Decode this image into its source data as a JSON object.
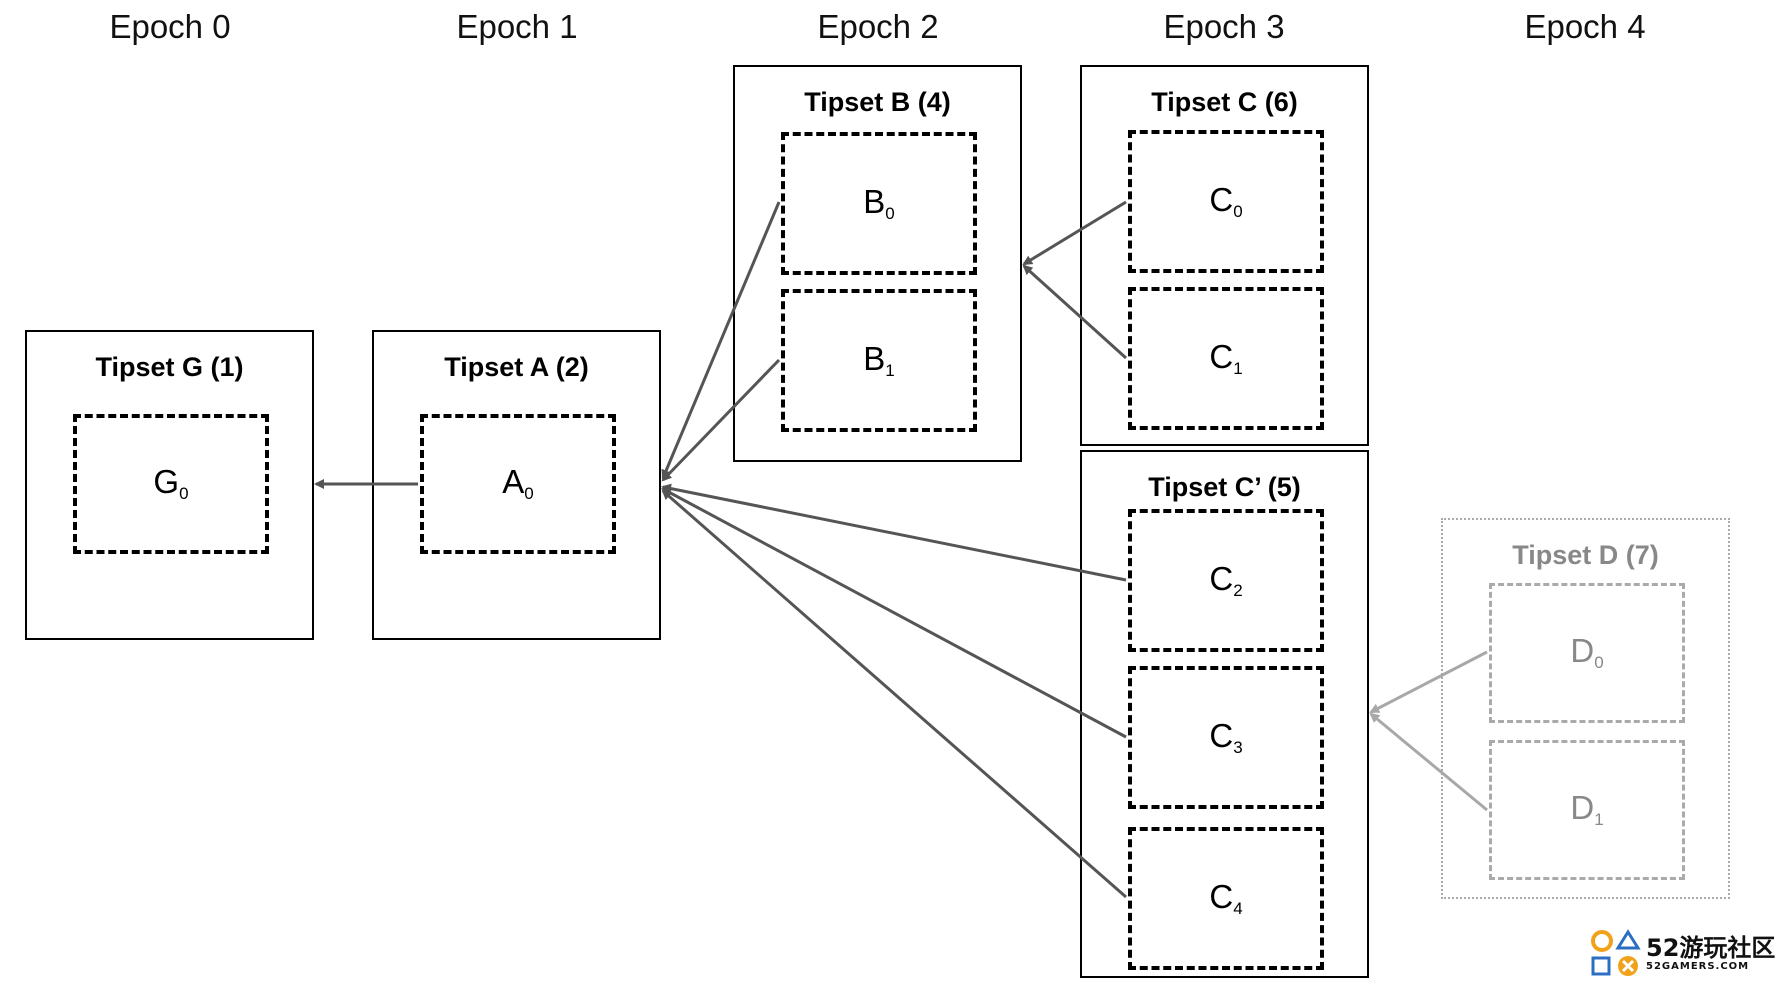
{
  "epochs": [
    "Epoch 0",
    "Epoch 1",
    "Epoch 2",
    "Epoch 3",
    "Epoch 4"
  ],
  "tipsets": {
    "g": {
      "title": "Tipset G (1)",
      "blocks": [
        {
          "letter": "G",
          "sub": "0"
        }
      ]
    },
    "a": {
      "title": "Tipset A (2)",
      "blocks": [
        {
          "letter": "A",
          "sub": "0"
        }
      ]
    },
    "b": {
      "title": "Tipset B (4)",
      "blocks": [
        {
          "letter": "B",
          "sub": "0"
        },
        {
          "letter": "B",
          "sub": "1"
        }
      ]
    },
    "c": {
      "title": "Tipset C (6)",
      "blocks": [
        {
          "letter": "C",
          "sub": "0"
        },
        {
          "letter": "C",
          "sub": "1"
        }
      ]
    },
    "cprime": {
      "title": "Tipset C’ (5)",
      "blocks": [
        {
          "letter": "C",
          "sub": "2"
        },
        {
          "letter": "C",
          "sub": "3"
        },
        {
          "letter": "C",
          "sub": "4"
        }
      ]
    },
    "d": {
      "title": "Tipset D (7)",
      "blocks": [
        {
          "letter": "D",
          "sub": "0"
        },
        {
          "letter": "D",
          "sub": "1"
        }
      ]
    }
  },
  "colors": {
    "arrow": "#555555",
    "faded_arrow": "#a8a8a8",
    "faded": "#aaaaaa"
  },
  "watermark": {
    "brand": "52游玩社区",
    "site": "52GAMERS.COM"
  }
}
